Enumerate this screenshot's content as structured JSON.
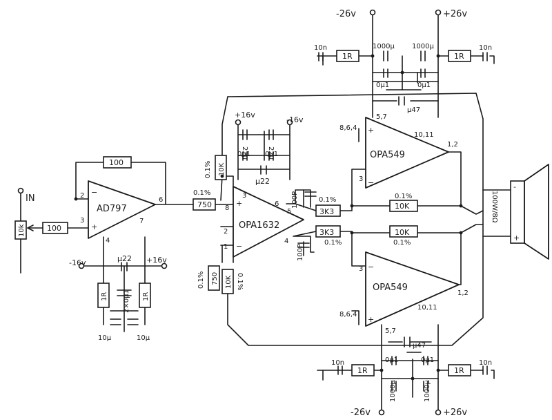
{
  "supply": {
    "neg26": "-26v",
    "pos26": "+26v",
    "neg26_bot": "-26v",
    "pos26_bot": "+26v",
    "pos16": "+16v",
    "neg16": "-16v",
    "pos16_b": "+16v",
    "neg16_b": "-16v"
  },
  "input": {
    "label": "IN",
    "pot": "10k",
    "r_in": "100"
  },
  "ad797": {
    "name": "AD797",
    "r_fb": "100",
    "pins": {
      "p2": "2",
      "p3": "3",
      "p6": "6",
      "p4": "4",
      "p7": "7"
    },
    "cap_mid": "μ22",
    "caps_mid": "2×0μ1",
    "r_left": "1R",
    "r_right": "1R",
    "c_left": "10μ",
    "c_right": "10μ"
  },
  "opa1632": {
    "name": "OPA1632",
    "pins": {
      "p8": "8",
      "p3": "3",
      "p2": "2",
      "p1": "1",
      "p6": "6",
      "p5": "5",
      "p4": "4"
    },
    "r_in": "750",
    "r_in_tol": "0.1%",
    "r_top": "10K",
    "r_top_tol": "0.1%",
    "r_bot": "750",
    "r_bot_tol": "0.1%",
    "r_bot2": "10K",
    "r_bot2_tol": "0.1%",
    "c_22a": "22μ",
    "c_22b": "22μ",
    "c_01a": "0μ1",
    "c_01b": "0μ1",
    "c_mu22": "μ22",
    "c_100p_top": "100P",
    "c_100p_bot": "100P"
  },
  "opa549_top": {
    "name": "OPA549",
    "pins": {
      "plus": "8,6,4",
      "minus": "3",
      "vplus": "5,7",
      "out": "1,2",
      "vminus": "10,11"
    },
    "r_in": "3K3",
    "r_in_tol": "0.1%",
    "r_fb": "10K",
    "r_fb_tol": "0.1%",
    "c_mu47": "μ47"
  },
  "opa549_bot": {
    "name": "OPA549",
    "pins": {
      "plus": "8,6,4",
      "minus": "3",
      "vplus": "5,7",
      "out": "1,2",
      "vminus": "10,11"
    },
    "r_in": "3K3",
    "r_in_tol": "0.1%",
    "r_fb": "10K",
    "r_fb_tol": "0.1%",
    "c_mu47": "μ47"
  },
  "psu_top": {
    "c10n_l": "10n",
    "r1_l": "1R",
    "c1000_l": "1000μ",
    "c1000_r": "1000μ",
    "r1_r": "1R",
    "c10n_r": "10n",
    "c01_l": "0μ1",
    "c01_r": "0μ1"
  },
  "psu_bot": {
    "c10n_l": "10n",
    "r1_l": "1R",
    "c1000_l": "1000μ",
    "c1000_r": "1000μ",
    "r1_r": "1R",
    "c10n_r": "10n",
    "c01_l": "0μ1",
    "c01_r": "0μ1"
  },
  "speaker": {
    "rating": "100W/8Ω",
    "minus": "-",
    "plus": "+"
  }
}
